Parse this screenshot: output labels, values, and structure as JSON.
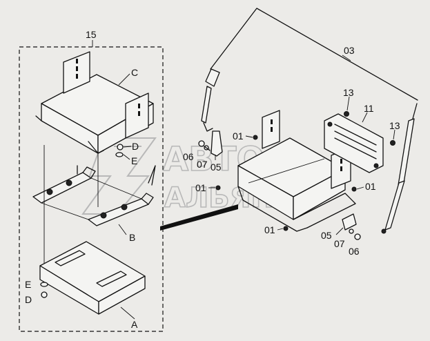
{
  "labels": {
    "group": "15",
    "hoses": "03",
    "mounts": "11",
    "bolt_top": "13",
    "bolt_right": "13",
    "part_c": "C",
    "part_d_top": "D",
    "part_e_top": "E",
    "part_b": "B",
    "part_e_bottom": "E",
    "part_d_bottom": "D",
    "part_a": "A",
    "screw_01_a": "01",
    "screw_01_b": "01",
    "screw_01_c": "01",
    "screw_01_d": "01",
    "bolt_06_left": "06",
    "washer_07_left": "07",
    "bracket_05_left": "05",
    "bracket_05_right": "05",
    "washer_07_right": "07",
    "bolt_06_right": "06"
  },
  "watermark": {
    "line1": "АВТО",
    "line2": "АЛЬЯНС"
  }
}
